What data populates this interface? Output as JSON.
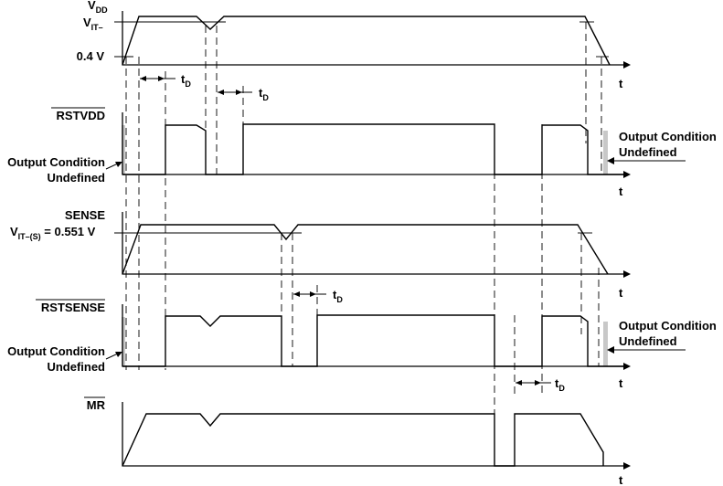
{
  "vdd": {
    "label": "V",
    "label_sub": "DD",
    "threshold": "V",
    "threshold_sub": "IT–",
    "low_level": "0.4 V"
  },
  "rstvdd": {
    "label": "RSTVDD"
  },
  "sense": {
    "label": "SENSE",
    "threshold": "V",
    "threshold_sub": "IT–(S)",
    "threshold_value": " = 0.551 V"
  },
  "rstsense": {
    "label": "RSTSENSE"
  },
  "mr": {
    "label": "MR"
  },
  "time_axis": "t",
  "delay": {
    "label": "t",
    "sub": "D"
  },
  "undefined_left": {
    "line1": "Output Condition",
    "line2": "Undefined"
  },
  "undefined_right": {
    "line1": "Output Condition",
    "line2": "Undefined"
  },
  "colors": {
    "undefined_band": "#c8c8c8",
    "trace": "#000000"
  }
}
